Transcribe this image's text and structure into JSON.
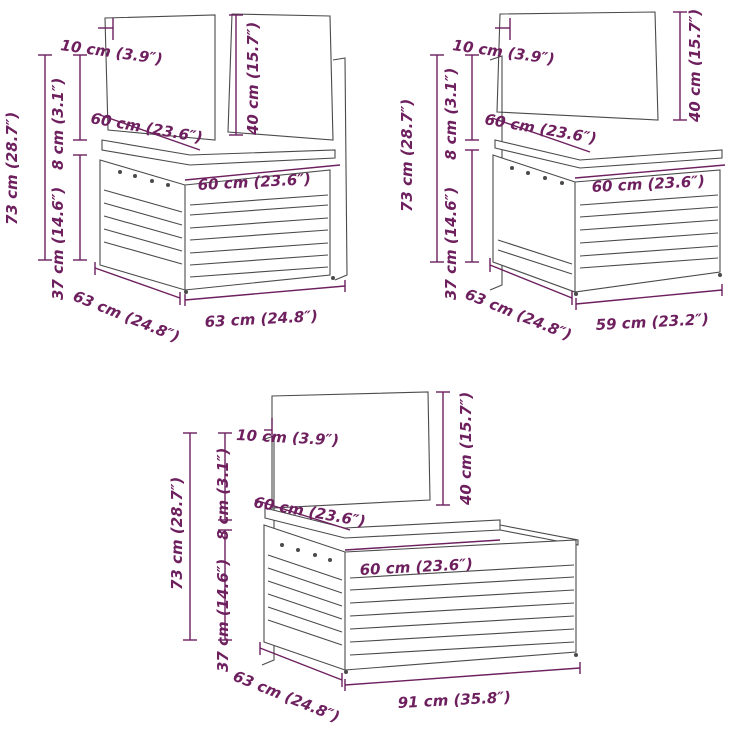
{
  "colors": {
    "dimension": "#6d1f5e",
    "outline": "#4a4a4a",
    "background": "#ffffff"
  },
  "corner_module": {
    "back_width": "10 cm (3.9″)",
    "back_height": "40 cm (15.7″)",
    "seat_depth": "60 cm (23.6″)",
    "seat_width": "60 cm (23.6″)",
    "total_height": "73 cm (28.7″)",
    "cushion_thick": "8 cm (3.1″)",
    "base_height": "37 cm (14.6″)",
    "depth": "63 cm (24.8″)",
    "width": "63 cm (24.8″)"
  },
  "middle_module": {
    "back_width": "10 cm (3.9″)",
    "back_height": "40 cm (15.7″)",
    "seat_depth": "60 cm (23.6″)",
    "seat_width": "60 cm (23.6″)",
    "total_height": "73 cm (28.7″)",
    "cushion_thick": "8 cm (3.1″)",
    "base_height": "37 cm (14.6″)",
    "depth": "63 cm (24.8″)",
    "width": "59 cm (23.2″)"
  },
  "table_module": {
    "back_width": "10 cm (3.9″)",
    "back_height": "40 cm (15.7″)",
    "seat_depth": "60 cm (23.6″)",
    "seat_width": "60 cm (23.6″)",
    "total_height": "73 cm (28.7″)",
    "cushion_thick": "8 cm (3.1″)",
    "base_height": "37 cm (14.6″)",
    "depth": "63 cm (24.8″)",
    "width": "91 cm (35.8″)"
  }
}
